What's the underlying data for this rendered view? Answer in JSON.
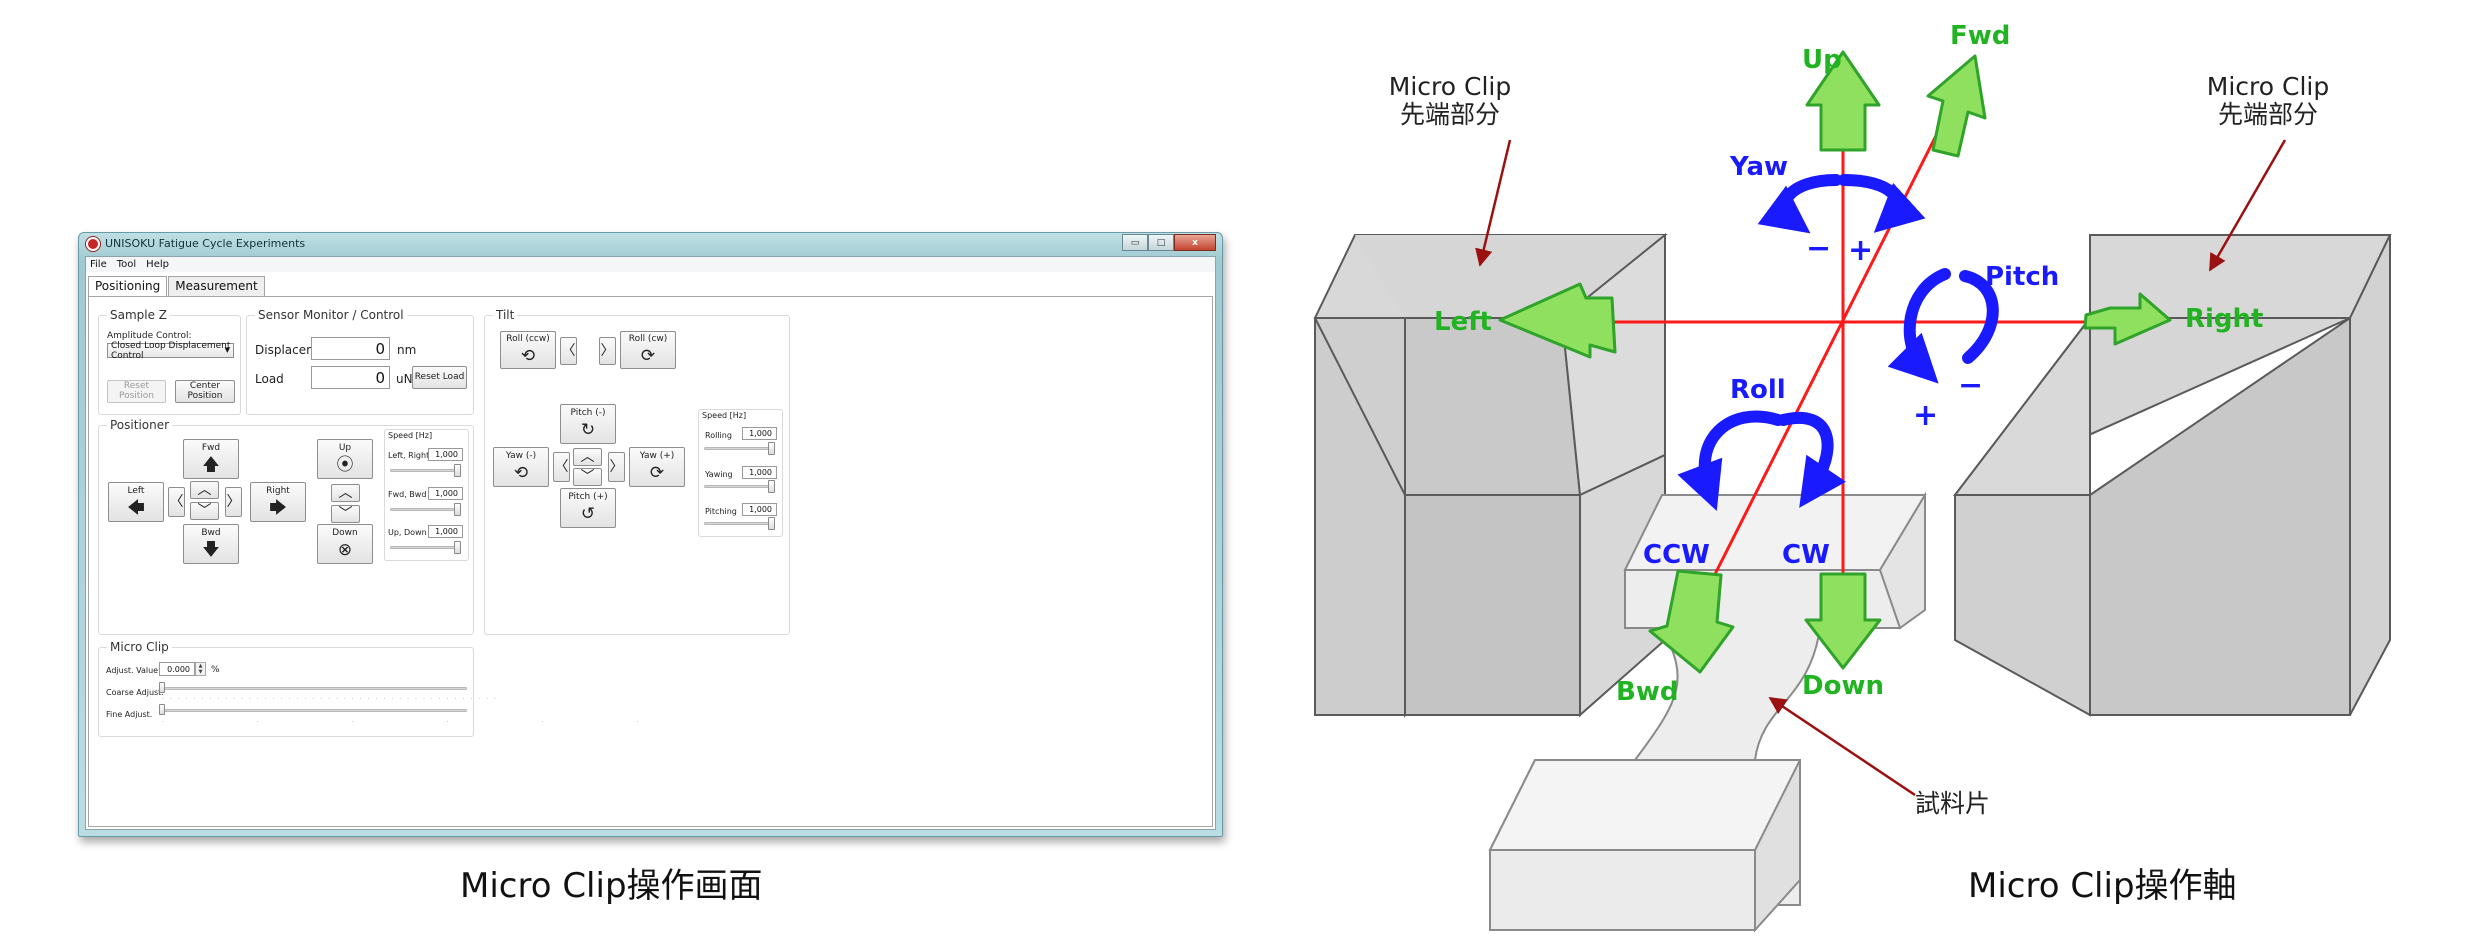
{
  "window": {
    "title": "UNISOKU Fatigue Cycle Experiments",
    "buttons": {
      "minimize": "▭",
      "maximize": "□",
      "close": "x"
    }
  },
  "menu": [
    "File",
    "Tool",
    "Help"
  ],
  "tabs": [
    "Positioning",
    "Measurement"
  ],
  "sample_z": {
    "title": "Sample Z",
    "amplitude_label": "Amplitude Control:",
    "amplitude_value": "Closed Loop Displacement Control",
    "reset_position": "Reset Position",
    "center_position": "Center Position"
  },
  "sensor": {
    "title": "Sensor Monitor / Control",
    "displacement_label": "Displacement",
    "displacement_value": "0",
    "displacement_unit": "nm",
    "load_label": "Load",
    "load_value": "0",
    "load_unit": "uN",
    "reset_load": "Reset Load"
  },
  "positioner": {
    "title": "Positioner",
    "fwd": "Fwd",
    "bwd": "Bwd",
    "left": "Left",
    "right": "Right",
    "up": "Up",
    "down": "Down",
    "speed_title": "Speed [Hz]",
    "speed_rows": [
      {
        "label": "Left, Right",
        "value": "1,000"
      },
      {
        "label": "Fwd, Bwd",
        "value": "1,000"
      },
      {
        "label": "Up, Down",
        "value": "1,000"
      }
    ]
  },
  "tilt": {
    "title": "Tilt",
    "roll_ccw": "Roll (ccw)",
    "roll_cw": "Roll (cw)",
    "pitch_minus": "Pitch (-)",
    "pitch_plus": "Pitch (+)",
    "yaw_minus": "Yaw (-)",
    "yaw_plus": "Yaw (+)",
    "speed_title": "Speed [Hz]",
    "speed_rows": [
      {
        "label": "Rolling",
        "value": "1,000"
      },
      {
        "label": "Yawing",
        "value": "1,000"
      },
      {
        "label": "Pitching",
        "value": "1,000"
      }
    ]
  },
  "micro_clip": {
    "title": "Micro Clip",
    "adjust_label": "Adjust. Value",
    "adjust_value": "0.000",
    "adjust_unit": "%",
    "coarse_label": "Coarse Adjust.",
    "fine_label": "Fine Adjust."
  },
  "captions": {
    "left": "Micro Clip操作画面",
    "right": "Micro Clip操作軸"
  },
  "diagram": {
    "tip_label_line1": "Micro Clip",
    "tip_label_line2": "先端部分",
    "specimen_label": "試料片",
    "axes": {
      "up": "Up",
      "fwd": "Fwd",
      "left": "Left",
      "right": "Right",
      "bwd": "Bwd",
      "down": "Down"
    },
    "rotations": {
      "yaw": "Yaw",
      "pitch": "Pitch",
      "roll": "Roll",
      "ccw": "CCW",
      "cw": "CW",
      "minus": "−",
      "plus": "+"
    },
    "colors": {
      "arrow_fill": "#8ee05e",
      "arrow_stroke": "#2fa32a",
      "label_green": "#21b321",
      "axis_red": "#ff1a1a",
      "rotation_blue": "#1a1aff",
      "pointer": "#9b1010"
    }
  }
}
